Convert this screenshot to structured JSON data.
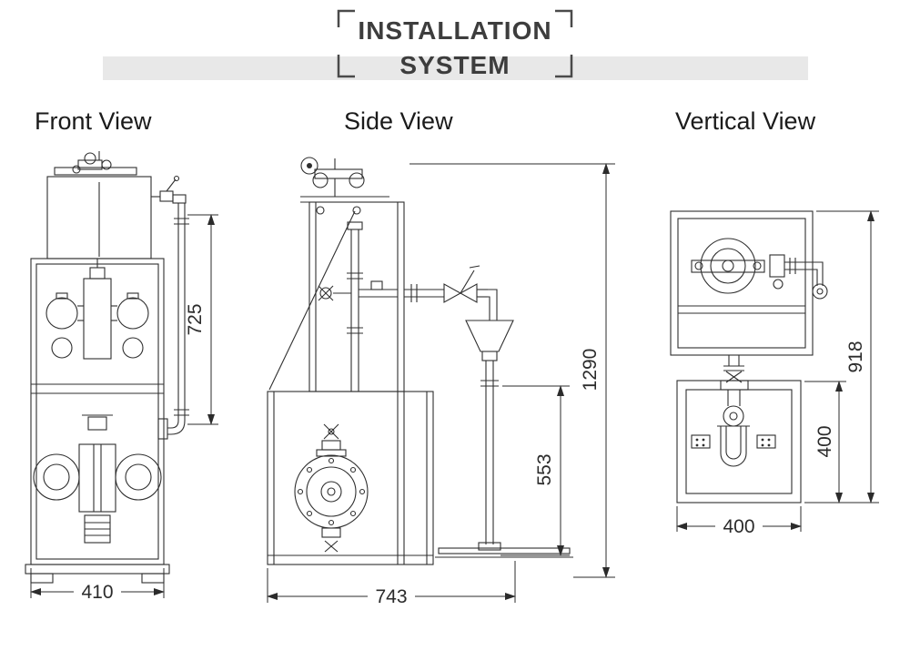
{
  "header": {
    "title_line1": "INSTALLATION",
    "title_line2": "SYSTEM"
  },
  "views": {
    "front": {
      "label": "Front View",
      "dim_height": "725",
      "dim_width": "410"
    },
    "side": {
      "label": "Side View",
      "dim_total_height": "1290",
      "dim_mid_height": "553",
      "dim_width": "743"
    },
    "vertical": {
      "label": "Vertical View",
      "dim_height": "918",
      "dim_inner_height": "400",
      "dim_width": "400"
    }
  },
  "colors": {
    "line": "#2f2f2f",
    "dimension": "#2b2b2b",
    "band": "#e8e8e8",
    "title": "#3d3d3d",
    "label": "#1b1b1b"
  }
}
